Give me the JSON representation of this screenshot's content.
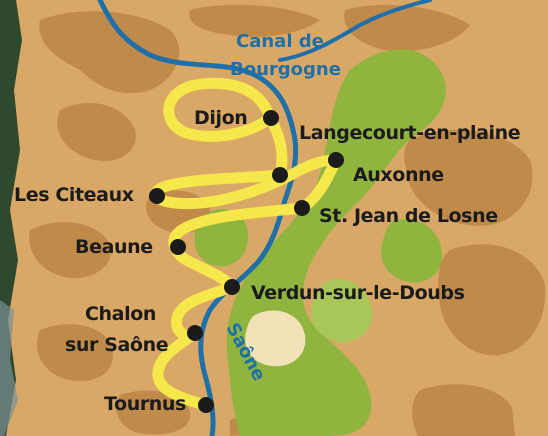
{
  "map": {
    "colors": {
      "lowland": "#d9a866",
      "upland": "#c08a4a",
      "forest": "#8fb53f",
      "forest_light": "#a9c659",
      "river": "#1f6fa8",
      "route": "#f6e84a",
      "marker": "#1b1b1b",
      "label": "#1b1b1b",
      "border_left": "#2e4a2e"
    },
    "waterways": {
      "canal": "Canal de Bourgogne",
      "canal_line1": "Canal de",
      "canal_line2": "Bourgogne",
      "river": "Saône"
    },
    "places": {
      "dijon": "Dijon",
      "langecourt": "Langecourt-en-plaine",
      "auxonne": "Auxonne",
      "les_citeaux": "Les Citeaux",
      "st_jean": "St. Jean de Losne",
      "beaune": "Beaune",
      "verdun": "Verdun-sur-le-Doubs",
      "chalon_line1": "Chalon",
      "chalon_line2": "sur Saône",
      "tournus": "Tournus"
    }
  }
}
